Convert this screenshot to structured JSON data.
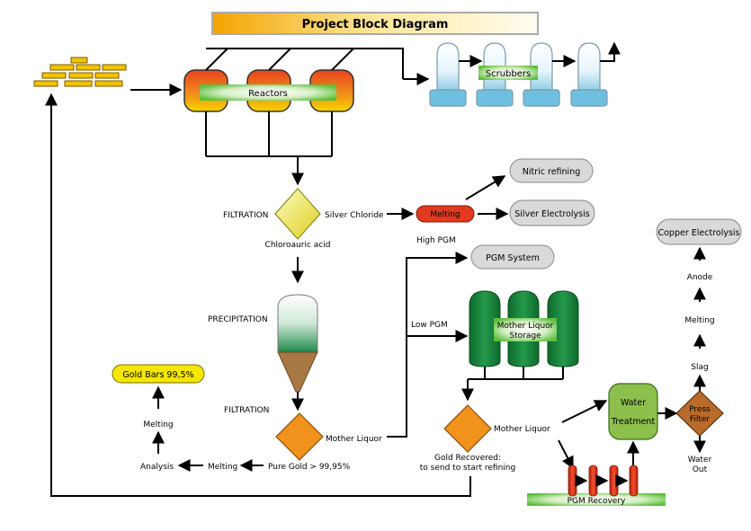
{
  "title": "Project Block Diagram",
  "labels": {
    "reactors": "Reactors",
    "scrubbers": "Scrubbers",
    "filtration_1": "FILTRATION",
    "silver_chloride": "Silver Chloride",
    "chloroauric_acid": "Chloroauric acid",
    "melting_red": "Melting",
    "nitric_refining": "Nitric refining",
    "silver_electrolysis": "Silver Electrolysis",
    "high_pgm": "High PGM",
    "pgm_system": "PGM System",
    "low_pgm": "Low PGM",
    "mother_liquor_storage_1": "Mother Liquor",
    "mother_liquor_storage_2": "Storage",
    "precipitation": "PRECIPITATION",
    "filtration_2": "FILTRATION",
    "mother_liquor_1": "Mother Liquor",
    "mother_liquor_2": "Mother Liquor",
    "pure_gold": "Pure Gold > 99,95%",
    "melting_1": "Melting",
    "analysis": "Analysis",
    "melting_2": "Melting",
    "gold_bars": "Gold Bars 99,5%",
    "gold_recovered_1": "Gold Recovered:",
    "gold_recovered_2": "to send to start refining",
    "water_treatment_1": "Water",
    "water_treatment_2": "Treatment",
    "press_filter_1": "Press",
    "press_filter_2": "Filter",
    "water_out_1": "Water",
    "water_out_2": "Out",
    "slag": "Slag",
    "melting_3": "Melting",
    "anode": "Anode",
    "copper_electrolysis": "Copper Electrolysis",
    "pgm_recovery": "PGM Recovery"
  },
  "colors": {
    "title_gradient_left": "#f5a800",
    "title_gradient_right": "#fffbe0",
    "gold": "#f0c400",
    "reactor_top": "#e8431c",
    "reactor_bottom": "#f8d000",
    "green_label": "#5cbf3a",
    "scrubber_blue": "#5fb7d9",
    "tank_green": "#1e8a3c",
    "diamond_yellow": "#eeee66",
    "diamond_orange": "#f0921c",
    "diamond_brown": "#b86b2a",
    "pill_grey": "#d9d9d9",
    "melting_red": "#e23a20",
    "gold_bars_yellow": "#f5e600",
    "water_treatment_green": "#8cbf4c",
    "pgm_tube_red": "#e23a20"
  }
}
